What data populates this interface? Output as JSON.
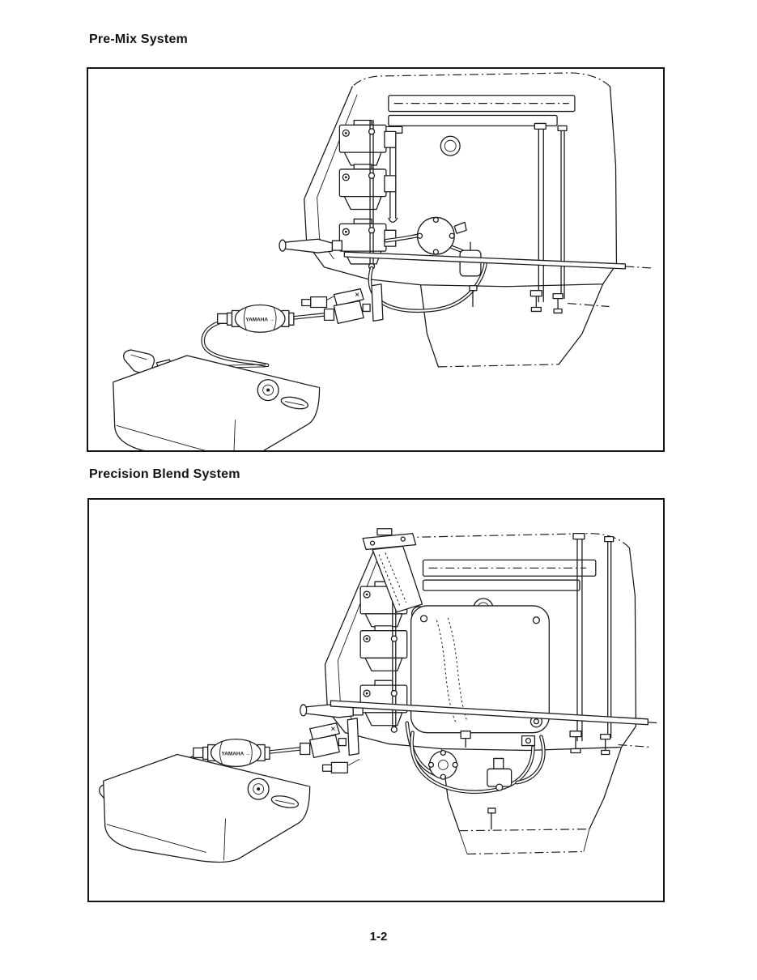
{
  "page": {
    "number": "1-2"
  },
  "figures": [
    {
      "id": "pre-mix",
      "title": "Pre-Mix System",
      "bulb_label": "YAMAHA →"
    },
    {
      "id": "precision-blend",
      "title": "Precision Blend System",
      "bulb_label": "YAMAHA →"
    }
  ]
}
